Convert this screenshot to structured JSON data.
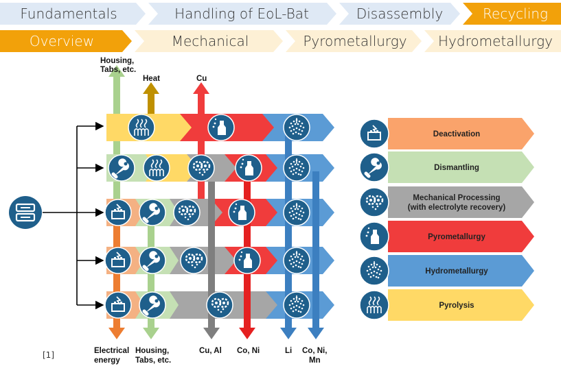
{
  "nav_row1": [
    {
      "label": "Fundamentals",
      "active": false
    },
    {
      "label": "Handling of EoL-Bat",
      "active": false
    },
    {
      "label": "Disassembly",
      "active": false
    },
    {
      "label": "Recycling",
      "active": true
    }
  ],
  "nav_row2": [
    {
      "label": "Overview",
      "active": true
    },
    {
      "label": "Mechanical",
      "active": false
    },
    {
      "label": "Pyrometallurgy",
      "active": false
    },
    {
      "label": "Hydrometallurgy",
      "active": false
    }
  ],
  "colors": {
    "nav_inactive": "#dfe9f5",
    "nav_active": "#f2a10a",
    "deactivation": "#f4b183",
    "dismantling": "#c5e0b4",
    "mechanical": "#a6a6a6",
    "pyrometallurgy": "#f03c3c",
    "hydrometallurgy": "#5b9bd5",
    "pyrolysis": "#ffd966",
    "heat": "#bf9000",
    "electrical": "#ed7d31",
    "housing": "#a9d18e",
    "icon_bg": "#1f5f8b",
    "legend_arrow": "#faa36b"
  },
  "top_outputs": [
    {
      "label": "Housing,\nTabs, etc.",
      "color": "housing",
      "icon": ""
    },
    {
      "label": "Heat",
      "color": "heat",
      "icon": ""
    },
    {
      "label": "Cu",
      "color": "pyrometallurgy",
      "icon": ""
    }
  ],
  "bottom_outputs": [
    {
      "label": "Electrical\nenergy",
      "color": "electrical"
    },
    {
      "label": "Housing,\nTabs, etc.",
      "color": "housing"
    },
    {
      "label": "Cu, Al",
      "color": "mechanical"
    },
    {
      "label": "Co, Ni",
      "color": "pyrometallurgy"
    },
    {
      "label": "Li",
      "color": "hydrometallurgy"
    },
    {
      "label": "Co, Ni,\nMn",
      "color": "hydrometallurgy"
    }
  ],
  "routes": [
    {
      "steps": [
        "pyrolysis-icon",
        "pyrometallurgy-icon",
        "hydrometallurgy-icon"
      ]
    },
    {
      "steps": [
        "dismantling-icon",
        "pyrolysis-icon",
        "mechanical-processing-icon",
        "pyrometallurgy-icon",
        "hydrometallurgy-icon"
      ]
    },
    {
      "steps": [
        "deactivation-icon",
        "dismantling-icon",
        "mechanical-processing-icon",
        "pyrometallurgy-icon",
        "hydrometallurgy-icon"
      ]
    },
    {
      "steps": [
        "deactivation-icon",
        "dismantling-icon",
        "mechanical-processing-icon",
        "pyrometallurgy-icon",
        "hydrometallurgy-icon"
      ]
    },
    {
      "steps": [
        "deactivation-icon",
        "dismantling-icon",
        "mechanical-processing-icon",
        "hydrometallurgy-icon"
      ]
    }
  ],
  "input_icon": "battery-stack-icon",
  "legend": [
    {
      "label": "Deactivation",
      "color": "deactivation",
      "icon": "deactivation-icon"
    },
    {
      "label": "Dismantling",
      "color": "dismantling",
      "icon": "dismantling-icon"
    },
    {
      "label": "Mechanical Processing\n(with electrolyte recovery)",
      "color": "mechanical",
      "icon": "mechanical-processing-icon"
    },
    {
      "label": "Pyrometallurgy",
      "color": "pyrometallurgy",
      "icon": "pyrometallurgy-icon"
    },
    {
      "label": "Hydrometallurgy",
      "color": "hydrometallurgy",
      "icon": "hydrometallurgy-icon"
    },
    {
      "label": "Pyrolysis",
      "color": "pyrolysis",
      "icon": "pyrolysis-icon"
    }
  ],
  "reference": "[1]"
}
